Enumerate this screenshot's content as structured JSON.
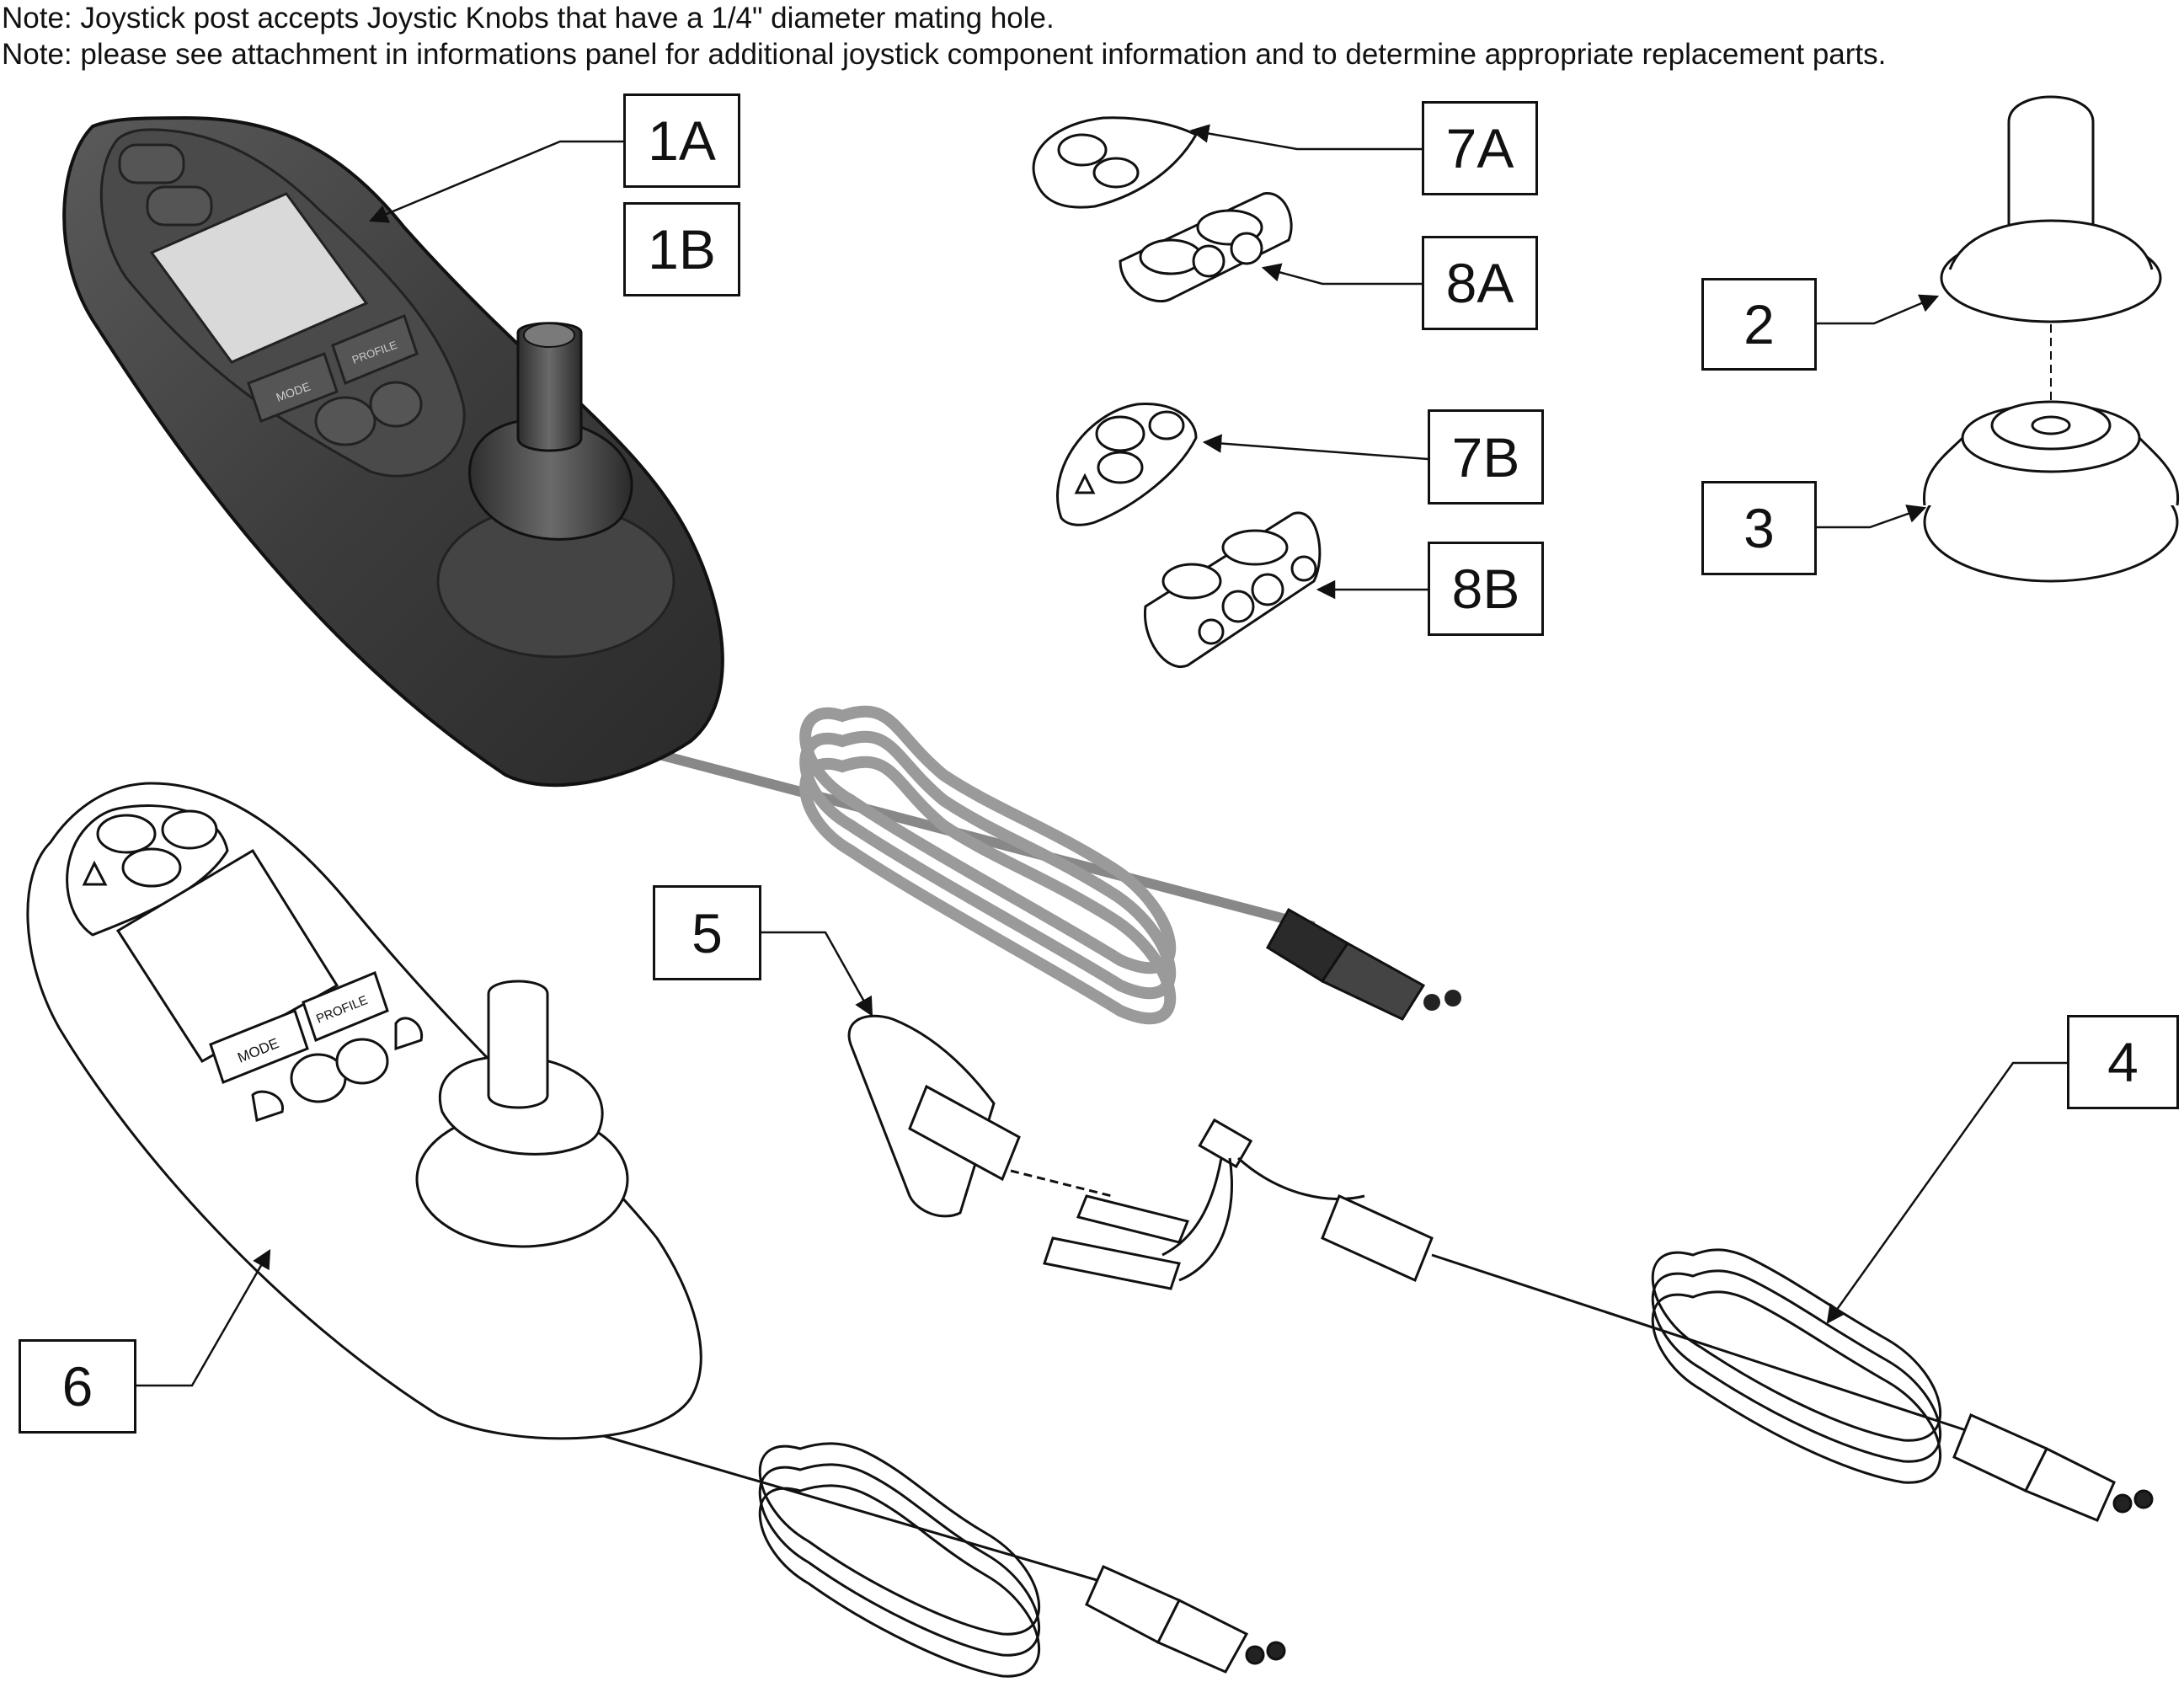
{
  "notes": [
    "Note: Joystick post accepts Joystic Knobs that have a 1/4\" diameter mating hole.",
    "Note: please see attachment in informations panel for additional joystick component information and to determine appropriate replacement parts."
  ],
  "callouts": {
    "c1A": "1A",
    "c1B": "1B",
    "c2": "2",
    "c3": "3",
    "c4": "4",
    "c5": "5",
    "c6": "6",
    "c7A": "7A",
    "c8A": "8A",
    "c7B": "7B",
    "c8B": "8B"
  },
  "button_labels": {
    "mode": "MODE",
    "profile": "PROFILE"
  }
}
